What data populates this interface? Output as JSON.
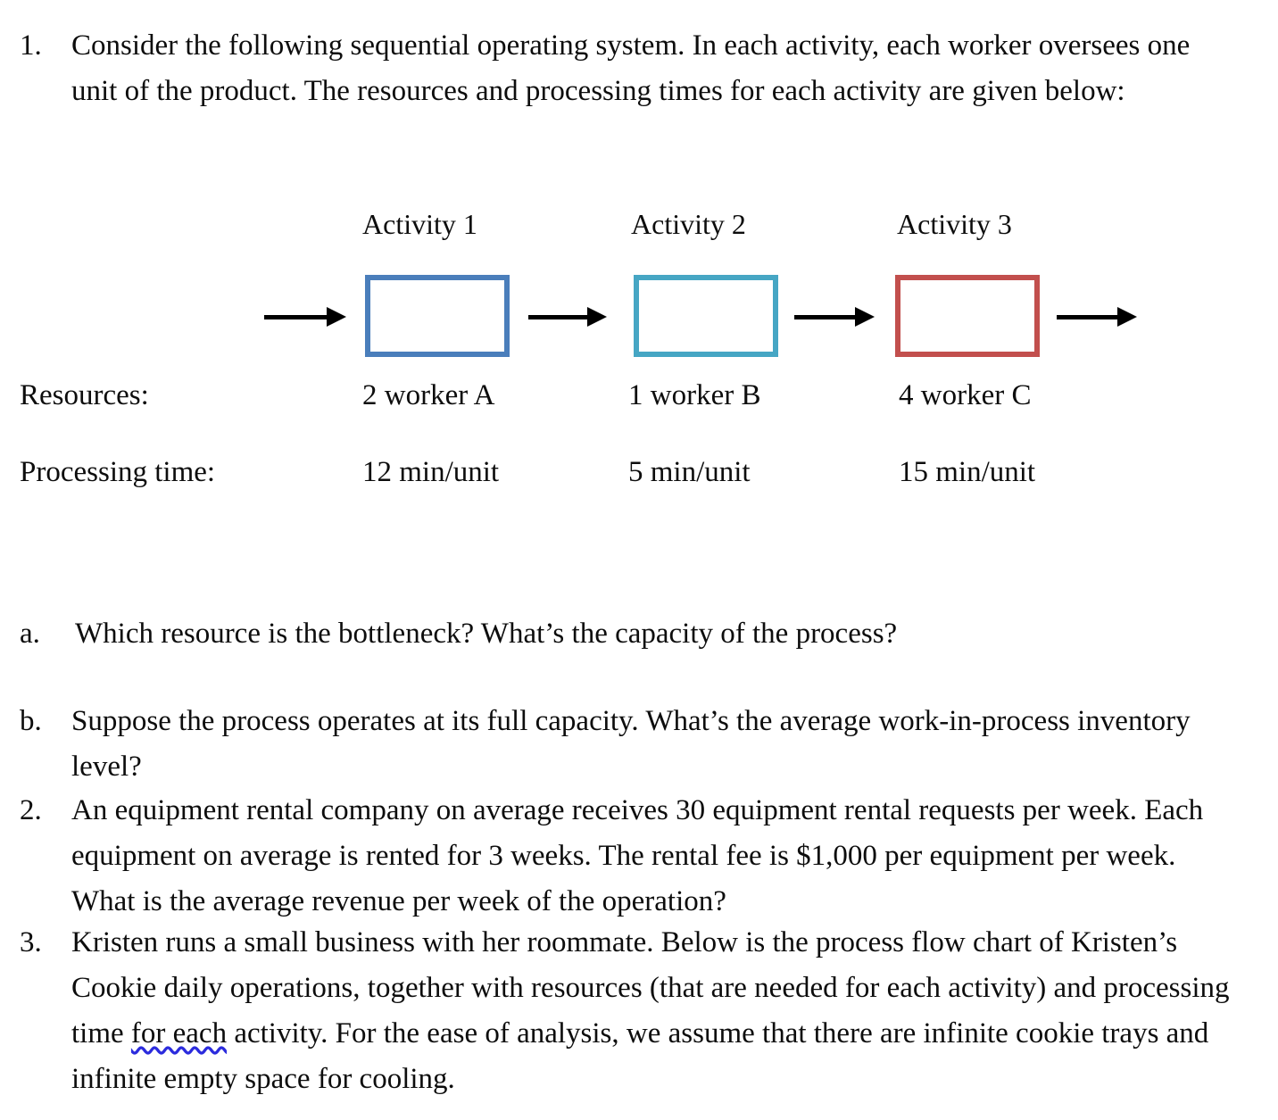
{
  "questions": {
    "q1": {
      "marker": "1.",
      "text": "Consider the following sequential operating system. In each activity, each worker oversees one unit of the product. The resources and processing times for each activity are given below:"
    },
    "qa": {
      "marker": "a.",
      "text": "Which resource is the bottleneck?  What’s the capacity of the process?"
    },
    "qb": {
      "marker": "b.",
      "text": "Suppose the process operates at its full capacity. What’s the average work-in-process inventory level?"
    },
    "q2": {
      "marker": "2.",
      "text": "An equipment rental company on average receives 30 equipment rental requests per week.  Each equipment on average is rented for 3 weeks.  The rental fee is $1,000 per equipment per week.  What is the average revenue per week of the operation?"
    },
    "q3": {
      "marker": "3.",
      "text_before": "Kristen runs a small business with her roommate. Below is the process flow chart of Kristen’s Cookie daily operations, together with resources (that are needed for each activity) and processing time ",
      "text_flagged": "for each",
      "text_after": " activity.  For the ease of analysis, we assume that there are infinite cookie trays and infinite empty space for cooling."
    }
  },
  "diagram": {
    "row_labels": {
      "resources": "Resources:",
      "processing_time": "Processing time:"
    },
    "activities": [
      {
        "title": "Activity 1",
        "resource": "2 worker A",
        "processing_time": "12 min/unit",
        "border_color": "#4a7ebb"
      },
      {
        "title": "Activity 2",
        "resource": "1 worker B",
        "processing_time": "5 min/unit",
        "border_color": "#46a6c4"
      },
      {
        "title": "Activity 3",
        "resource": "4 worker C",
        "processing_time": "15 min/unit",
        "border_color": "#c24f4d"
      }
    ],
    "arrow_count": 4,
    "arrow_color": "#000000"
  },
  "colors": {
    "page_background": "#ffffff",
    "text": "#0d0d0d",
    "spellcheck_underline": "#2b2bdd"
  }
}
